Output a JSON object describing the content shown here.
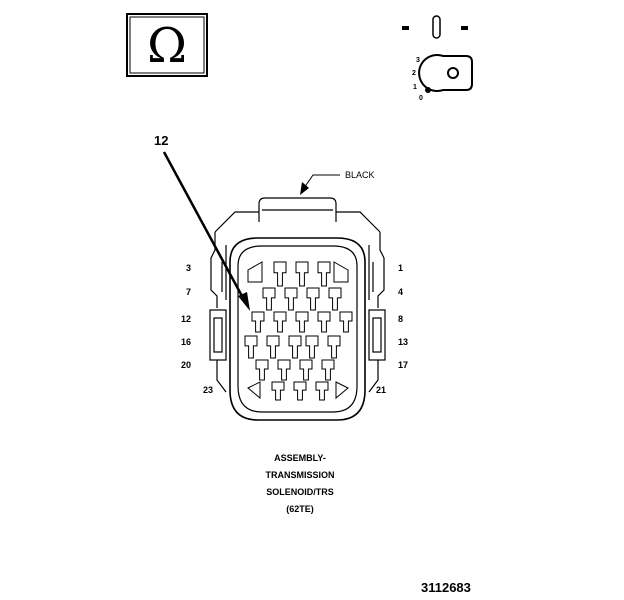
{
  "symbol": {
    "glyph": "Ω",
    "name": "ohmmeter-symbol"
  },
  "ignition": {
    "positions": [
      "3",
      "2",
      "1",
      "0"
    ]
  },
  "callout": {
    "number": "12"
  },
  "connector_color": "BLACK",
  "pin_labels_left": [
    "3",
    "7",
    "12",
    "16",
    "20",
    "23"
  ],
  "pin_labels_right": [
    "1",
    "4",
    "8",
    "13",
    "17",
    "21"
  ],
  "caption": {
    "line1": "ASSEMBLY-",
    "line2": "TRANSMISSION",
    "line3": "SOLENOID/TRS",
    "line4": "(62TE)"
  },
  "part_number": "3112683"
}
